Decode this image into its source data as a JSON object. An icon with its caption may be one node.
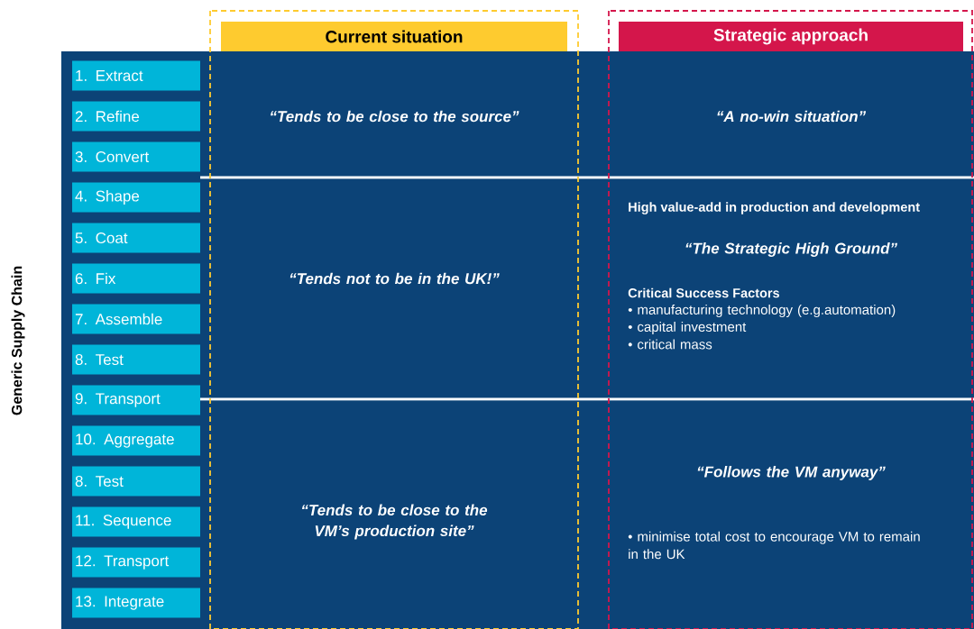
{
  "diagram": {
    "nodes": [
      {
        "text": [
          "Current situation"
        ]
      },
      {
        "text": [
          "Strategic approach"
        ]
      },
      {
        "text": [
          "1. Extract"
        ]
      },
      {
        "text": [
          "2. Refine"
        ]
      },
      {
        "text": [
          "3. Convert"
        ]
      },
      {
        "text": [
          "4. Shape"
        ]
      },
      {
        "text": [
          "5. Coat"
        ]
      },
      {
        "text": [
          "6. Fix"
        ]
      },
      {
        "text": [
          "7. Assemble"
        ]
      },
      {
        "text": [
          "8. Test"
        ]
      },
      {
        "text": [
          "9. Transport"
        ]
      },
      {
        "text": [
          "10. Aggregate"
        ]
      },
      {
        "text": [
          "8. Test"
        ]
      },
      {
        "text": [
          "11. Sequence"
        ]
      },
      {
        "text": [
          "12. Transport"
        ]
      },
      {
        "text": [
          "13. Integrate"
        ]
      }
    ],
    "labels": [
      "Generic Supply Chain",
      "“Tends to be close to the source”",
      "“A no-win situation”",
      "High value-add in production and development",
      "“The Strategic High Ground”",
      "“Tends not to be in the UK!”",
      "Critical Success Factors",
      "• manufacturing technology (e.g.automation)",
      "• capital investment",
      "• critical mass",
      "“Follows the VM anyway”",
      "“Tends to be close to the VM’s production site”",
      "• minimise total cost to encourage VM to remain in the UK"
    ]
  }
}
